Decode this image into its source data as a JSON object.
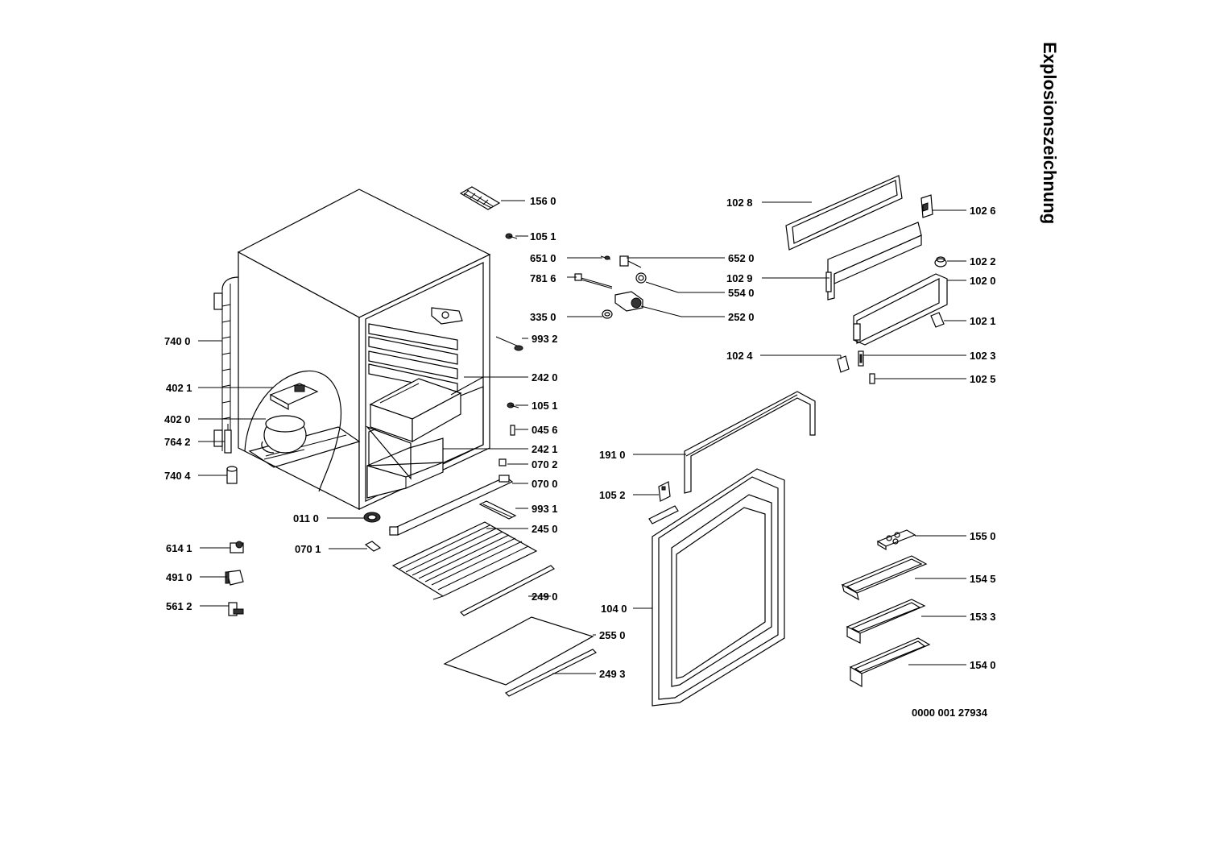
{
  "title": "Explosionszeichnung",
  "document_number": "0000 001 27934",
  "part_labels": {
    "p1560": "156 0",
    "p1051a": "105 1",
    "p6510": "651 0",
    "p7816": "781 6",
    "p3350": "335 0",
    "p9932": "993 2",
    "p2420": "242 0",
    "p1051b": "105 1",
    "p0456": "045 6",
    "p2421": "242 1",
    "p0702": "070 2",
    "p0700": "070 0",
    "p9931": "993 1",
    "p2450": "245 0",
    "p2490": "249 0",
    "p2550": "255 0",
    "p2493": "249 3",
    "p0110": "011 0",
    "p0701": "070 1",
    "p7400": "740 0",
    "p4021": "402 1",
    "p4020": "402 0",
    "p7642": "764 2",
    "p7404": "740 4",
    "p6141": "614 1",
    "p4910": "491 0",
    "p5612": "561 2",
    "p6520": "652 0",
    "p5540": "554 0",
    "p2520": "252 0",
    "p1028": "102 8",
    "p1026": "102 6",
    "p1022": "102 2",
    "p1029": "102 9",
    "p1020": "102 0",
    "p1021": "102 1",
    "p1024": "102 4",
    "p1023": "102 3",
    "p1025": "102 5",
    "p1910": "191 0",
    "p1052": "105 2",
    "p1040": "104 0",
    "p1550": "155 0",
    "p1545": "154 5",
    "p1533": "153 3",
    "p1540": "154 0"
  }
}
